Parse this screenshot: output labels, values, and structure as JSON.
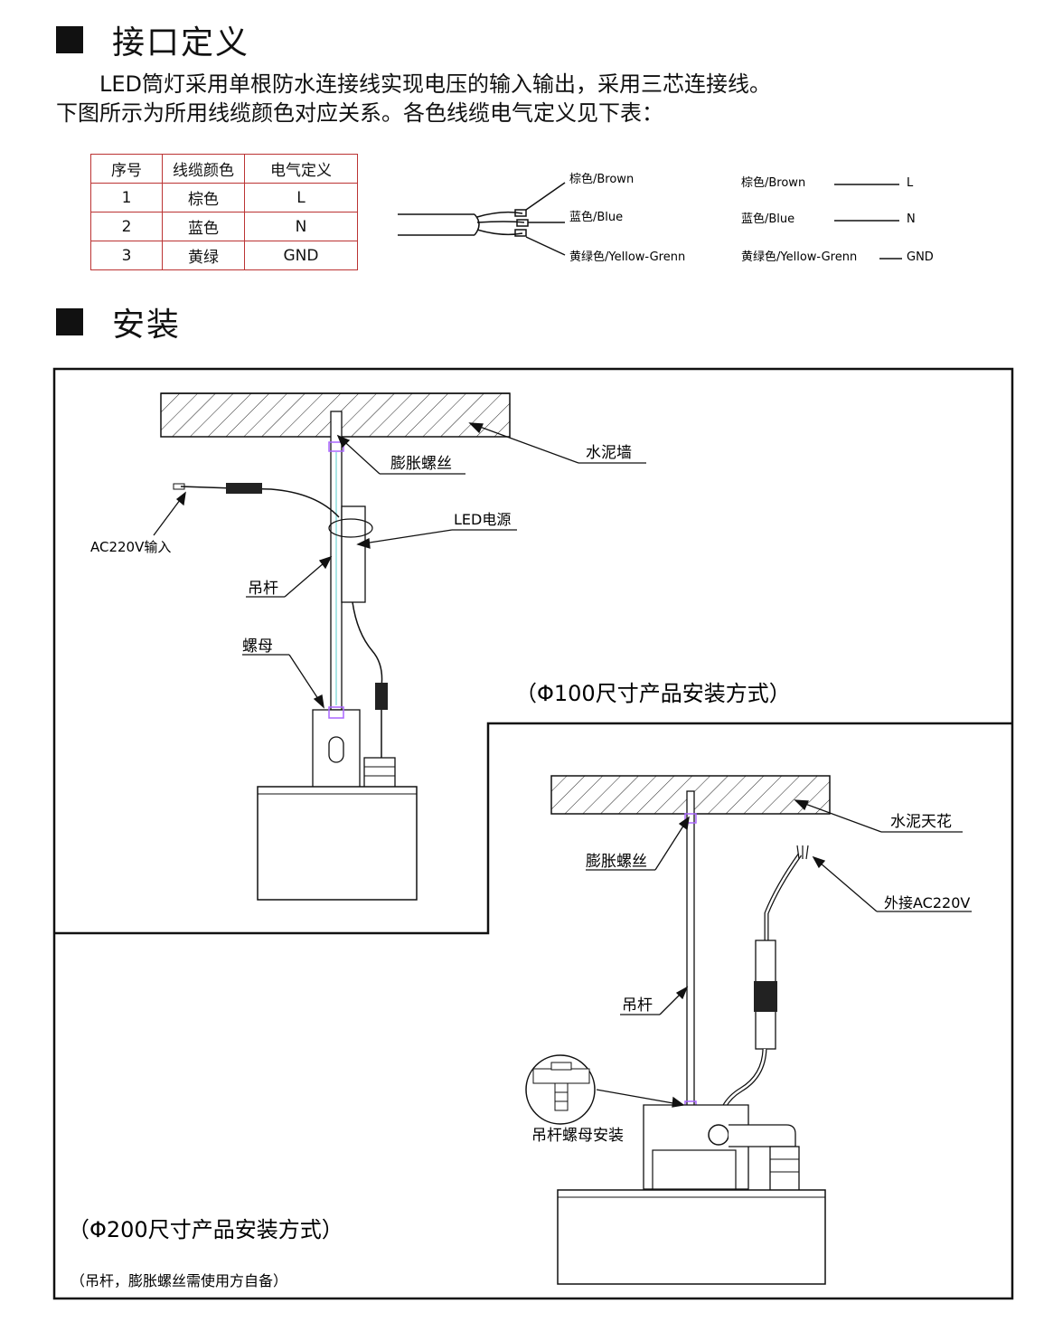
{
  "section1": {
    "title": "接口定义"
  },
  "intro": {
    "line1": "LED筒灯采用单根防水连接线实现电压的输入输出，采用三芯连接线。",
    "line2": "下图所示为所用线缆颜色对应关系。各色线缆电气定义见下表："
  },
  "table": {
    "headers": [
      "序号",
      "线缆颜色",
      "电气定义"
    ],
    "rows": [
      [
        "1",
        "棕色",
        "L"
      ],
      [
        "2",
        "蓝色",
        "N"
      ],
      [
        "3",
        "黄绿",
        "GND"
      ]
    ]
  },
  "wires": {
    "brown": "棕色/Brown",
    "blue": "蓝色/Blue",
    "yg": "黄绿色/Yellow-Grenn",
    "brown2": "棕色/Brown",
    "blue2": "蓝色/Blue",
    "yg2": "黄绿色/Yellow-Grenn",
    "l": "L",
    "n": "N",
    "gnd": "GND"
  },
  "section2": {
    "title": "安装"
  },
  "install": {
    "d100": {
      "wall": "水泥墙",
      "bolt": "膨胀螺丝",
      "driver": "LED电源",
      "input": "AC220V输入",
      "rod": "吊杆",
      "nut": "螺母",
      "caption": "（Φ100尺寸产品安装方式）"
    },
    "d200": {
      "ceiling": "水泥天花",
      "bolt": "膨胀螺丝",
      "external": "外接AC220V",
      "rod": "吊杆",
      "nut_install": "吊杆螺母安装",
      "caption": "（Φ200尺寸产品安装方式）",
      "note": "（吊杆，膨胀螺丝需使用方自备）"
    }
  }
}
